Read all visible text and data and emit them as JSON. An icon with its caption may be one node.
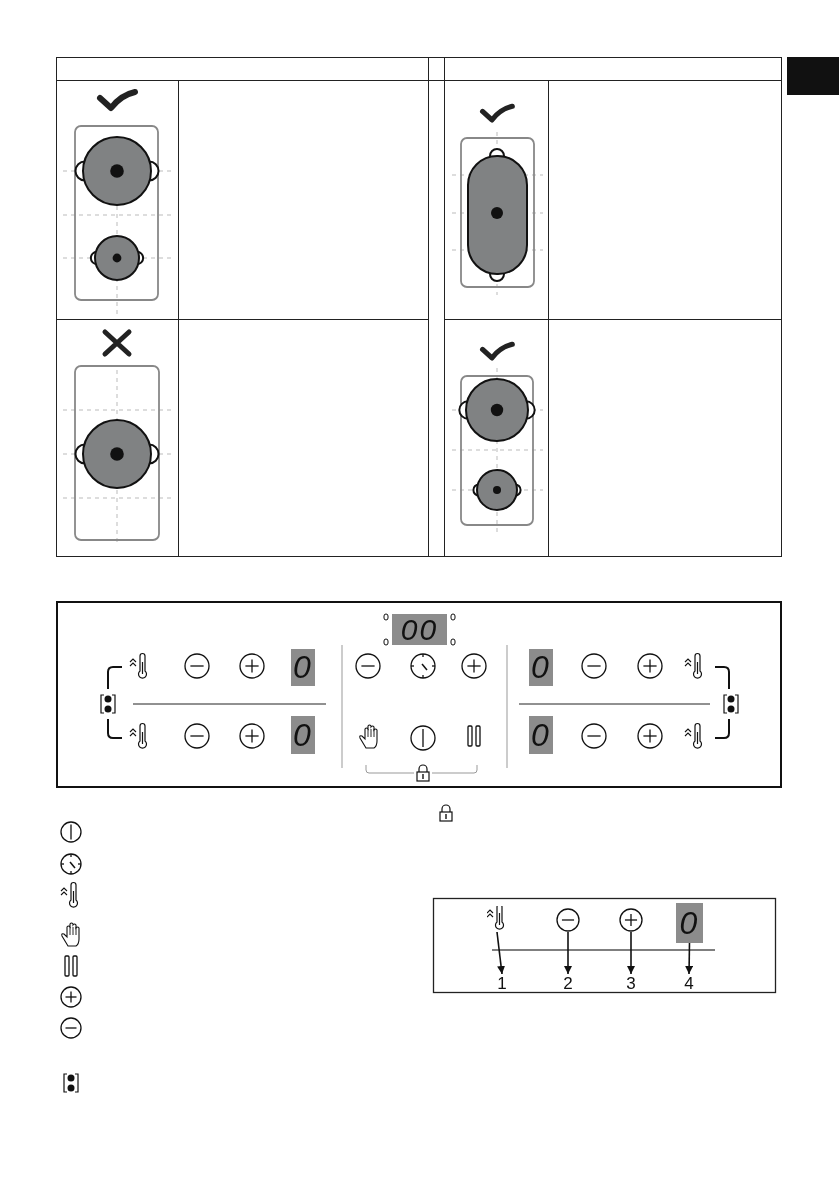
{
  "diagram": {
    "nodes": [
      {
        "text": [
          "00"
        ]
      },
      {
        "text": [
          "0"
        ]
      },
      {
        "text": [
          "0"
        ]
      },
      {
        "text": [
          "0"
        ]
      },
      {
        "text": [
          "0"
        ]
      },
      {
        "text": [],
        "shape": "picture"
      },
      {
        "text": [],
        "shape": "circle"
      },
      {
        "text": [],
        "shape": "circle"
      },
      {
        "text": [
          "0"
        ]
      },
      {
        "text": [
          "1"
        ]
      },
      {
        "text": [
          "2"
        ]
      },
      {
        "text": [
          "3"
        ]
      },
      {
        "text": [
          "4"
        ]
      }
    ],
    "edges": [
      {
        "from": 5,
        "to": 9,
        "arrow": "to"
      },
      {
        "from": 6,
        "to": 10,
        "arrow": "to"
      },
      {
        "from": 7,
        "to": 11,
        "arrow": "to"
      },
      {
        "from": 8,
        "to": 12,
        "arrow": "to"
      }
    ]
  }
}
